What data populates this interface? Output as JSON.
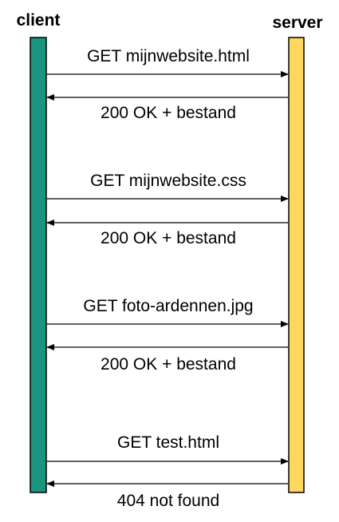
{
  "lanes": {
    "client": {
      "label": "client",
      "color": "#1a9680"
    },
    "server": {
      "label": "server",
      "color": "#ffd75e"
    }
  },
  "messages": [
    {
      "direction": "to-server",
      "label": "GET mijnwebsite.html"
    },
    {
      "direction": "to-client",
      "label": "200 OK + bestand"
    },
    {
      "direction": "to-server",
      "label": "GET mijnwebsite.css"
    },
    {
      "direction": "to-client",
      "label": "200 OK + bestand"
    },
    {
      "direction": "to-server",
      "label": "GET foto-ardennen.jpg"
    },
    {
      "direction": "to-client",
      "label": "200 OK + bestand"
    },
    {
      "direction": "to-server",
      "label": "GET test.html"
    },
    {
      "direction": "to-client",
      "label": "404 not found"
    }
  ]
}
